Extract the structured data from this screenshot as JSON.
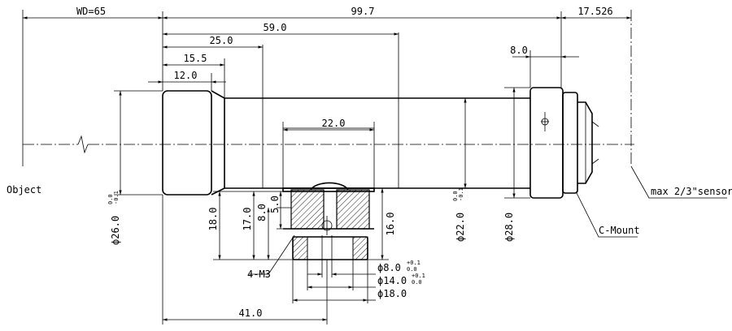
{
  "dimensions": {
    "wd": "WD=65",
    "total_length": "99.7",
    "flange_back": "17.526",
    "d59": "59.0",
    "d25": "25.0",
    "d15_5": "15.5",
    "d12": "12.0",
    "d8": "8.0",
    "d22_width": "22.0",
    "h18": "18.0",
    "h17": "17.0",
    "h8": "8.0",
    "h5": "5.0",
    "h16": "16.0",
    "d41": "41.0",
    "dia26": "26.0",
    "dia26_tol_upper": "0.0",
    "dia26_tol_lower": "-0.1",
    "dia22": "22.0",
    "dia22_tol_upper": "0.0",
    "dia22_tol_lower": "-0.1",
    "dia28": "28.0",
    "dia8": "8.0",
    "dia8_tol_upper": "+0.1",
    "dia8_tol_lower": "0.0",
    "dia14": "14.0",
    "dia14_tol_upper": "+0.1",
    "dia14_tol_lower": "0.0",
    "dia18": "18.0"
  },
  "labels": {
    "object": "Object",
    "sensor": "max 2/3\"sensor",
    "mount": "C-Mount",
    "thread": "4-M3"
  },
  "symbols": {
    "diameter": "ϕ"
  }
}
